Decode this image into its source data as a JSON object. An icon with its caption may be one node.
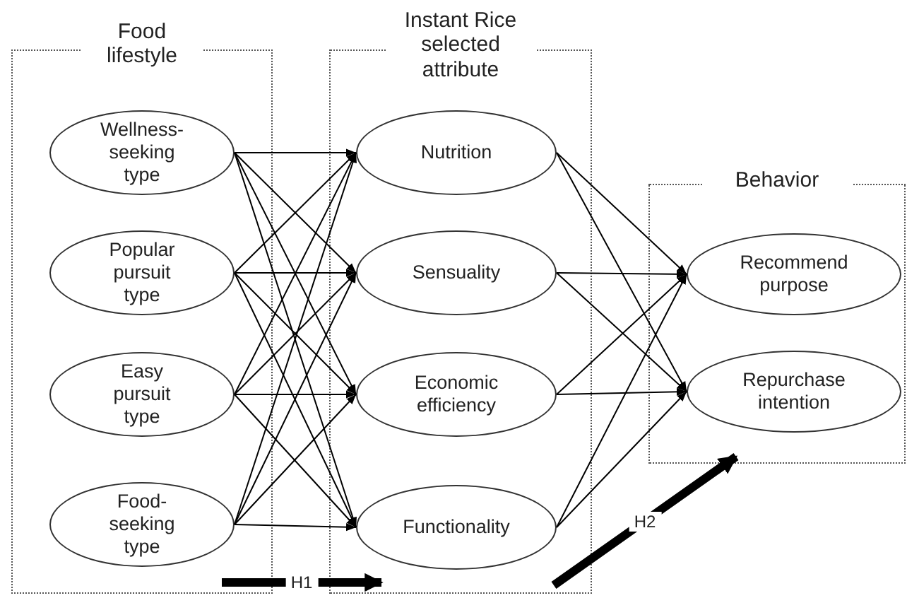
{
  "diagram": {
    "nodes": [
      {
        "text": [
          "Food lifestyle"
        ]
      },
      {
        "text": [
          "Wellness-seeking type"
        ],
        "in": 0
      },
      {
        "text": [
          "Popular pursuit type"
        ],
        "in": 0
      },
      {
        "text": [
          "Easy pursuit type"
        ],
        "in": 0
      },
      {
        "text": [
          "Food-seeking type"
        ],
        "in": 0
      },
      {
        "text": [
          "Instant Rice selected attribute"
        ]
      },
      {
        "text": [
          "Nutrition"
        ],
        "in": 5
      },
      {
        "text": [
          "Sensuality"
        ],
        "in": 5
      },
      {
        "text": [
          "Economic efficiency"
        ],
        "in": 5
      },
      {
        "text": [
          "Functionality"
        ],
        "in": 5
      },
      {
        "text": [
          "Behavior"
        ]
      },
      {
        "text": [
          "Recommend purpose"
        ],
        "in": 10
      },
      {
        "text": [
          "Repurchase intention"
        ],
        "in": 10
      }
    ],
    "edges": [
      {
        "from": 1,
        "to": 6,
        "arrow": "to"
      },
      {
        "from": 1,
        "to": 7,
        "arrow": "to"
      },
      {
        "from": 1,
        "to": 8,
        "arrow": "to"
      },
      {
        "from": 1,
        "to": 9,
        "arrow": "to"
      },
      {
        "from": 2,
        "to": 6,
        "arrow": "to"
      },
      {
        "from": 2,
        "to": 7,
        "arrow": "to"
      },
      {
        "from": 2,
        "to": 8,
        "arrow": "to"
      },
      {
        "from": 2,
        "to": 9,
        "arrow": "to"
      },
      {
        "from": 3,
        "to": 6,
        "arrow": "to"
      },
      {
        "from": 3,
        "to": 7,
        "arrow": "to"
      },
      {
        "from": 3,
        "to": 8,
        "arrow": "to"
      },
      {
        "from": 3,
        "to": 9,
        "arrow": "to"
      },
      {
        "from": 4,
        "to": 6,
        "arrow": "to"
      },
      {
        "from": 4,
        "to": 7,
        "arrow": "to"
      },
      {
        "from": 4,
        "to": 8,
        "arrow": "to"
      },
      {
        "from": 4,
        "to": 9,
        "arrow": "to"
      },
      {
        "from": 6,
        "to": 11,
        "arrow": "to"
      },
      {
        "from": 6,
        "to": 12,
        "arrow": "to"
      },
      {
        "from": 7,
        "to": 11,
        "arrow": "to"
      },
      {
        "from": 7,
        "to": 12,
        "arrow": "to"
      },
      {
        "from": 8,
        "to": 11,
        "arrow": "to"
      },
      {
        "from": 8,
        "to": 12,
        "arrow": "to"
      },
      {
        "from": 9,
        "to": 11,
        "arrow": "to"
      },
      {
        "from": 9,
        "to": 12,
        "arrow": "to"
      },
      {
        "from": 0,
        "to": 5,
        "arrow": "to",
        "label": "H1",
        "style": "thick"
      },
      {
        "from": 5,
        "to": 10,
        "arrow": "to",
        "label": "H2",
        "style": "thick"
      }
    ]
  }
}
